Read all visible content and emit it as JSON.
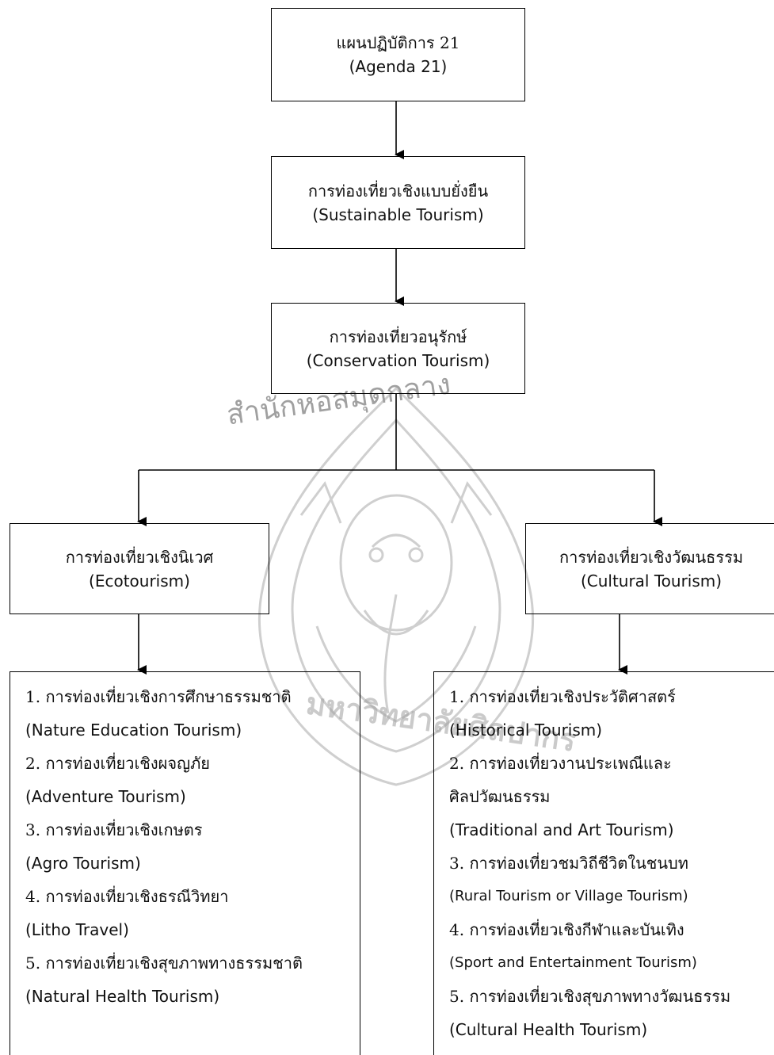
{
  "nodes": {
    "agenda": {
      "thai": "แผนปฏิบัติการ 21",
      "eng": "(Agenda 21)"
    },
    "sustainable": {
      "thai": "การท่องเที่ยวเชิงแบบยั่งยืน",
      "eng": "(Sustainable Tourism)"
    },
    "conservation": {
      "thai": "การท่องเที่ยวอนุรักษ์",
      "eng": "(Conservation Tourism)"
    },
    "eco": {
      "thai": "การท่องเที่ยวเชิงนิเวศ",
      "eng": "(Ecotourism)"
    },
    "cultural": {
      "thai": "การท่องเที่ยวเชิงวัฒนธรรม",
      "eng": "(Cultural Tourism)"
    }
  },
  "eco_list": [
    {
      "thai": "1. การท่องเที่ยวเชิงการศึกษาธรรมชาติ",
      "eng": "(Nature Education Tourism)"
    },
    {
      "thai": "2. การท่องเที่ยวเชิงผจญภัย",
      "eng": "(Adventure Tourism)"
    },
    {
      "thai": "3. การท่องเที่ยวเชิงเกษตร",
      "eng": "(Agro Tourism)"
    },
    {
      "thai": "4. การท่องเที่ยวเชิงธรณีวิทยา",
      "eng": "(Litho Travel)"
    },
    {
      "thai": "5. การท่องเที่ยวเชิงสุขภาพทางธรรมชาติ",
      "eng": "(Natural Health Tourism)"
    }
  ],
  "cultural_list": [
    {
      "thai": "1. การท่องเที่ยวเชิงประวัติศาสตร์",
      "eng": "(Historical Tourism)"
    },
    {
      "thai": "2. การท่องเที่ยวงานประเพณีและ",
      "thai2": "ศิลปวัฒนธรรม",
      "eng": "(Traditional and Art Tourism)"
    },
    {
      "thai": "3. การท่องเที่ยวชมวิถีชีวิตในชนบท",
      "eng": "(Rural Tourism or Village Tourism)"
    },
    {
      "thai": "4. การท่องเที่ยวเชิงกีฬาและบันเทิง",
      "eng": "(Sport and Entertainment Tourism)"
    },
    {
      "thai": "5. การท่องเที่ยวเชิงสุขภาพทางวัฒนธรรม",
      "eng": "(Cultural Health Tourism)"
    }
  ],
  "watermark": {
    "top_text": "สำนักหอสมุดกลาง",
    "bottom_text": "มหาวิทยาลัยศิลปากร",
    "color": "#9a9a9a"
  },
  "colors": {
    "line": "#000000",
    "text": "#111111"
  }
}
